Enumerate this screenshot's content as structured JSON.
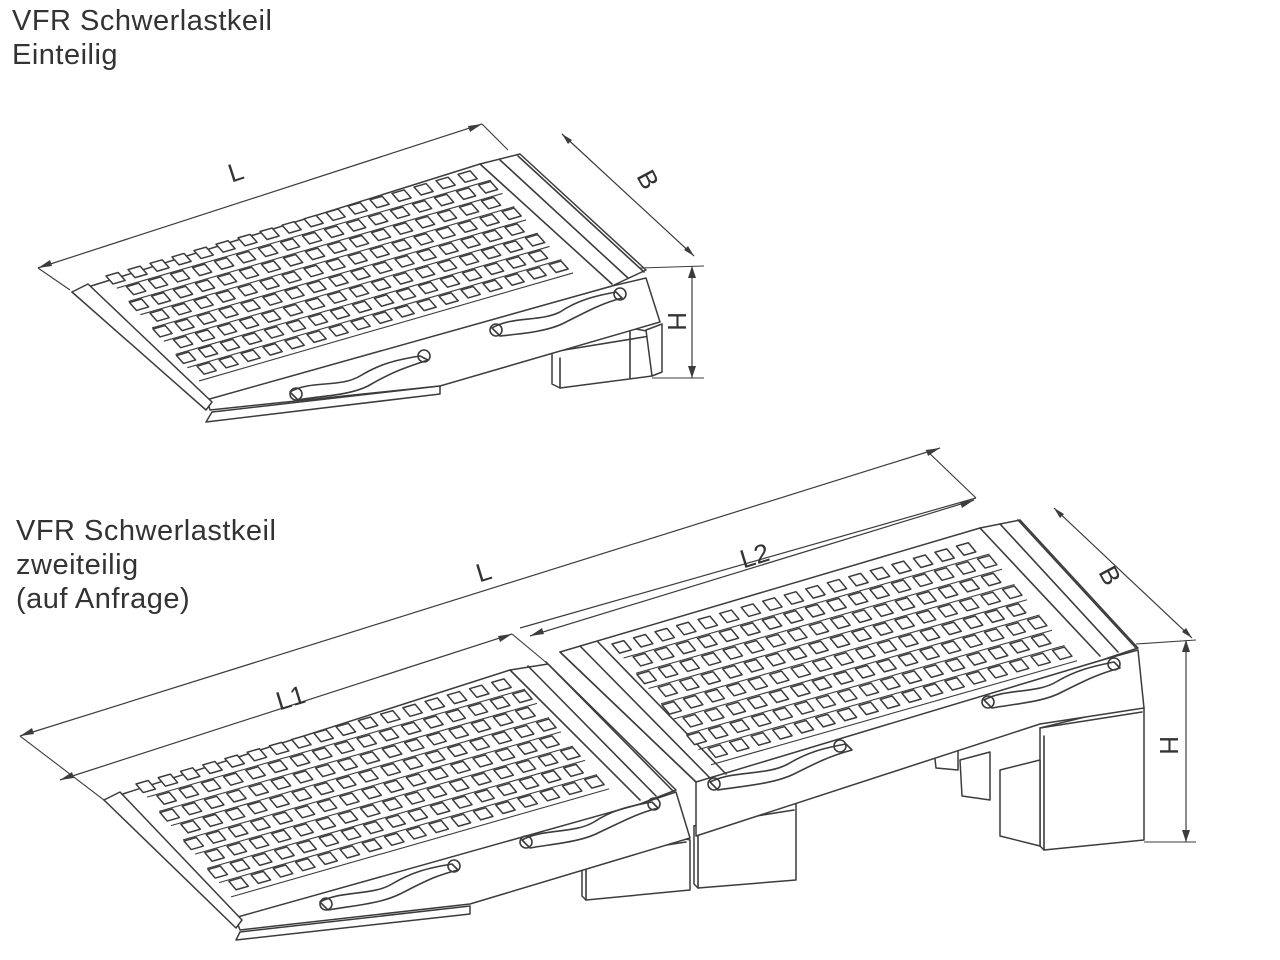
{
  "captions": {
    "top": [
      "VFR Schwerlastkeil",
      "Einteilig"
    ],
    "bottom": [
      "VFR Schwerlastkeil",
      "zweiteilig",
      "(auf Anfrage)"
    ]
  },
  "dimensions": {
    "top": {
      "length": "L",
      "width": "B",
      "height": "H"
    },
    "bottom": {
      "length": "L",
      "length_part1": "L1",
      "length_part2": "L2",
      "width": "B",
      "height": "H"
    }
  }
}
